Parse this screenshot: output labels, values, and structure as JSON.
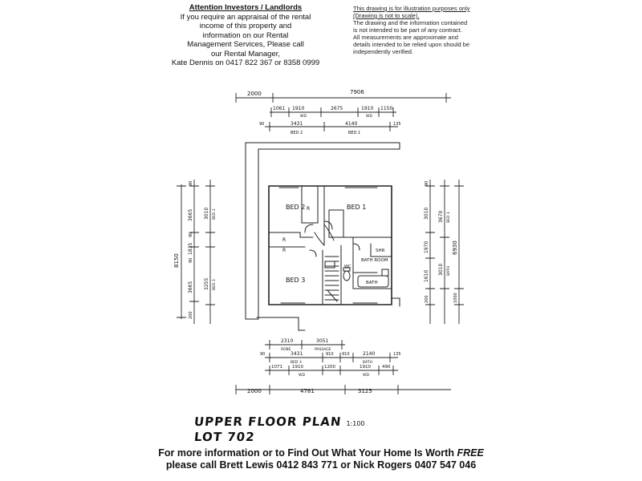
{
  "notice": {
    "title": "Attention Investors / Landlords",
    "lines": [
      "If you require an appraisal of the rental",
      "income of this property and",
      "information on our Rental",
      "Management Services, Please call",
      "our Rental Manager,",
      "Kate Dennis on 0417 822 367 or 8358 0999"
    ]
  },
  "disclaimer": {
    "line1": "This drawing is for illustration purposes only",
    "line2": "(Drawing is not to scale).",
    "lines": [
      "The drawing and the information contained",
      "is not intended to be part of any contract.",
      "All measurements are approximate and",
      "details intended to be relied upon should be",
      "independently verified."
    ]
  },
  "plan": {
    "rooms": {
      "bed2": "BED 2",
      "bed1": "BED 1",
      "bed3": "BED 3",
      "bath_room": "BATH ROOM",
      "bath": "BATH",
      "shr": "SHR",
      "wc": "WC",
      "r1": "R",
      "r2": "R",
      "r3": "R"
    },
    "dims_top": {
      "overall": "7906",
      "left": "2000",
      "row2": [
        "1061",
        "1910",
        "2675",
        "1910",
        "1150"
      ],
      "row2_sub": [
        "WD",
        "WD"
      ],
      "row3": [
        "90",
        "3431",
        "4140",
        "135"
      ],
      "row3_sub": [
        "BED 2",
        "BED 1"
      ]
    },
    "dims_left": {
      "overall": "8150",
      "segments": [
        "90",
        "3665",
        "90",
        "1835",
        "90",
        "3665",
        "200"
      ],
      "inner": [
        "3010",
        "BED 2",
        "3255",
        "BED 3"
      ]
    },
    "dims_right": {
      "overall": "6930",
      "segments": [
        "90",
        "3010",
        "1970",
        "1610",
        "200",
        "1000"
      ],
      "inner": [
        "3670",
        "BED 1",
        "3010",
        "BATH"
      ]
    },
    "dims_bottom": {
      "row1": [
        "2310",
        "3051"
      ],
      "row1_sub": [
        "ROBE",
        "PASSAGE"
      ],
      "row2": [
        "90",
        "3431",
        "910",
        "910",
        "2140",
        "135"
      ],
      "row2_sub": [
        "BED 3",
        "BATH"
      ],
      "row3": [
        "1071",
        "1910",
        "1200",
        "1910",
        "490"
      ],
      "row3_sub": [
        "WD",
        "WD"
      ],
      "overall": [
        "2000",
        "4781",
        "3125"
      ]
    }
  },
  "title_block": {
    "line1": "UPPER FLOOR PLAN",
    "scale": "1:100",
    "line2": "LOT 702"
  },
  "footer": {
    "line1_a": "For more information or to Find Out What Your Home Is Worth ",
    "line1_b": "FREE",
    "line2": "please call Brett Lewis 0412 843 771 or Nick Rogers 0407 547 046"
  }
}
